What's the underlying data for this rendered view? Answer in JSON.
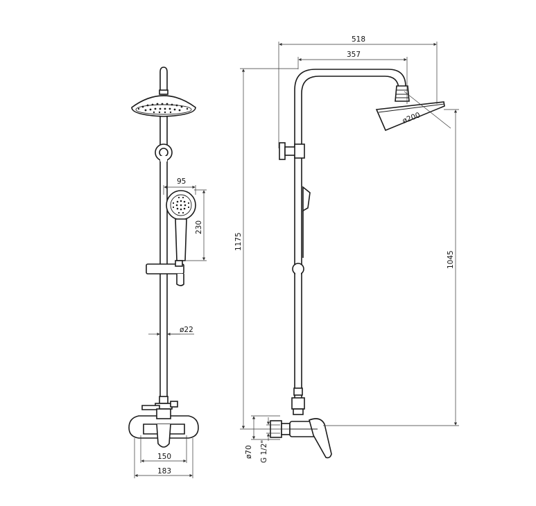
{
  "dimensions": {
    "front_head_diameter": "ø200",
    "hand_width": "95",
    "hand_height": "230",
    "pipe_diameter": "ø22",
    "mixer_inner": "150",
    "mixer_outer": "183",
    "total_width": "518",
    "arm_length": "357",
    "total_height": "1175",
    "head_height": "1045",
    "cover_diameter": "ø70",
    "thread": "G 1/2\""
  },
  "colors": {
    "line": "#1a1a1a",
    "background": "#ffffff"
  }
}
